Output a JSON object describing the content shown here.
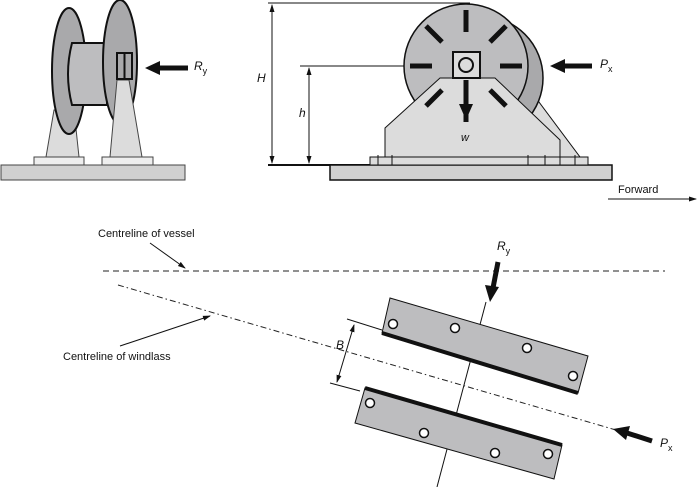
{
  "labels": {
    "ry_front": "R",
    "ry_sub": "y",
    "px_side": "P",
    "px_sub": "x",
    "H": "H",
    "h": "h",
    "w": "w",
    "forward": "Forward",
    "centreline_vessel": "Centreline of vessel",
    "centreline_windlass": "Centreline of windlass",
    "ry_plan": "R",
    "ry_plan_sub": "y",
    "px_plan": "P",
    "px_plan_sub": "x",
    "B": "B"
  },
  "colors": {
    "fill_dark": "#a9a9ab",
    "fill_mid": "#bdbdbf",
    "fill_light": "#dcdcdc",
    "stroke": "#1a1a1a"
  }
}
